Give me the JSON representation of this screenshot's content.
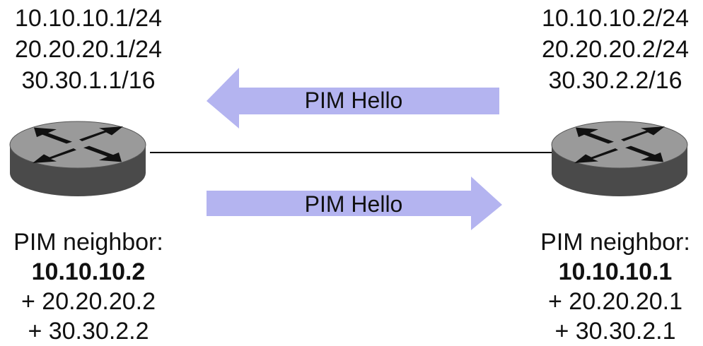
{
  "left_router": {
    "interfaces": [
      "10.10.10.1/24",
      "20.20.20.1/24",
      "30.30.1.1/16"
    ],
    "neighbor_title": "PIM neighbor:",
    "neighbor_primary": "10.10.10.2",
    "neighbor_secondary": [
      "+ 20.20.20.2",
      "+ 30.30.2.2"
    ]
  },
  "right_router": {
    "interfaces": [
      "10.10.10.2/24",
      "20.20.20.2/24",
      "30.30.2.2/16"
    ],
    "neighbor_title": "PIM neighbor:",
    "neighbor_primary": "10.10.10.1",
    "neighbor_secondary": [
      "+ 20.20.20.1",
      "+ 30.30.2.1"
    ]
  },
  "arrows": {
    "top_label": "PIM Hello",
    "bottom_label": "PIM Hello",
    "fill_color": "#b4b4f0"
  },
  "router_colors": {
    "top": "#9a9a9a",
    "side": "#4a4a4a",
    "icon": "#111111"
  }
}
